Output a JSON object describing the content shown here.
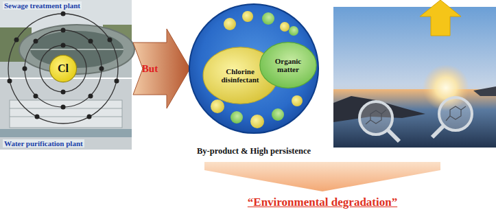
{
  "diagram": {
    "nodes": [
      {
        "text": [
          "Sewage treatment plant",
          "Water purification plant"
        ]
      },
      {
        "text": [
          "Cl"
        ],
        "in": 0
      },
      {
        "text": [
          "By-product & High persistence"
        ]
      },
      {
        "text": [
          "Chlorine disinfectant"
        ],
        "in": 2
      },
      {
        "text": [
          "Organic matter"
        ],
        "in": 2
      }
    ],
    "edges": [
      {
        "from": 0,
        "to": 2,
        "label": "But",
        "arrow": "to"
      }
    ],
    "labels": [
      "“Environmental degradation”"
    ]
  }
}
